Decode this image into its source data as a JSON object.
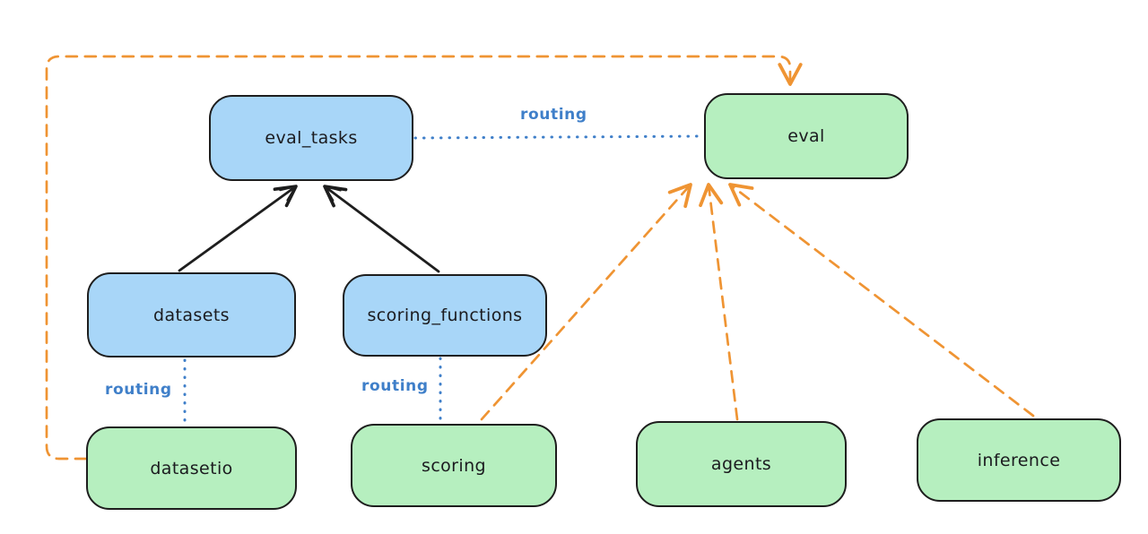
{
  "diagram": {
    "nodes": {
      "eval_tasks": {
        "label": "eval_tasks",
        "fill": "blue"
      },
      "eval": {
        "label": "eval",
        "fill": "green"
      },
      "datasets": {
        "label": "datasets",
        "fill": "blue"
      },
      "scoring_functions": {
        "label": "scoring_functions",
        "fill": "blue"
      },
      "datasetio": {
        "label": "datasetio",
        "fill": "green"
      },
      "scoring": {
        "label": "scoring",
        "fill": "green"
      },
      "agents": {
        "label": "agents",
        "fill": "green"
      },
      "inference": {
        "label": "inference",
        "fill": "green"
      }
    },
    "edge_labels": {
      "routing": "routing"
    },
    "edges": [
      {
        "from": "datasets",
        "to": "eval_tasks",
        "style": "solid-black-arrow"
      },
      {
        "from": "scoring_functions",
        "to": "eval_tasks",
        "style": "solid-black-arrow"
      },
      {
        "from": "eval_tasks",
        "to": "eval",
        "style": "dotted-blue",
        "label": "routing"
      },
      {
        "from": "datasets",
        "to": "datasetio",
        "style": "dotted-blue",
        "label": "routing"
      },
      {
        "from": "scoring_functions",
        "to": "scoring",
        "style": "dotted-blue",
        "label": "routing"
      },
      {
        "from": "datasetio",
        "to": "eval",
        "style": "dashed-orange-arrow"
      },
      {
        "from": "scoring",
        "to": "eval",
        "style": "dashed-orange-arrow"
      },
      {
        "from": "agents",
        "to": "eval",
        "style": "dashed-orange-arrow"
      },
      {
        "from": "inference",
        "to": "eval",
        "style": "dashed-orange-arrow"
      }
    ],
    "colors": {
      "blue_node_fill": "#a8d6f8",
      "green_node_fill": "#b6efbf",
      "node_stroke": "#1e1e1e",
      "black_edge": "#1e1e1e",
      "orange_edge": "#ef9433",
      "blue_edge": "#3f7fc9",
      "background": "#ffffff"
    }
  }
}
